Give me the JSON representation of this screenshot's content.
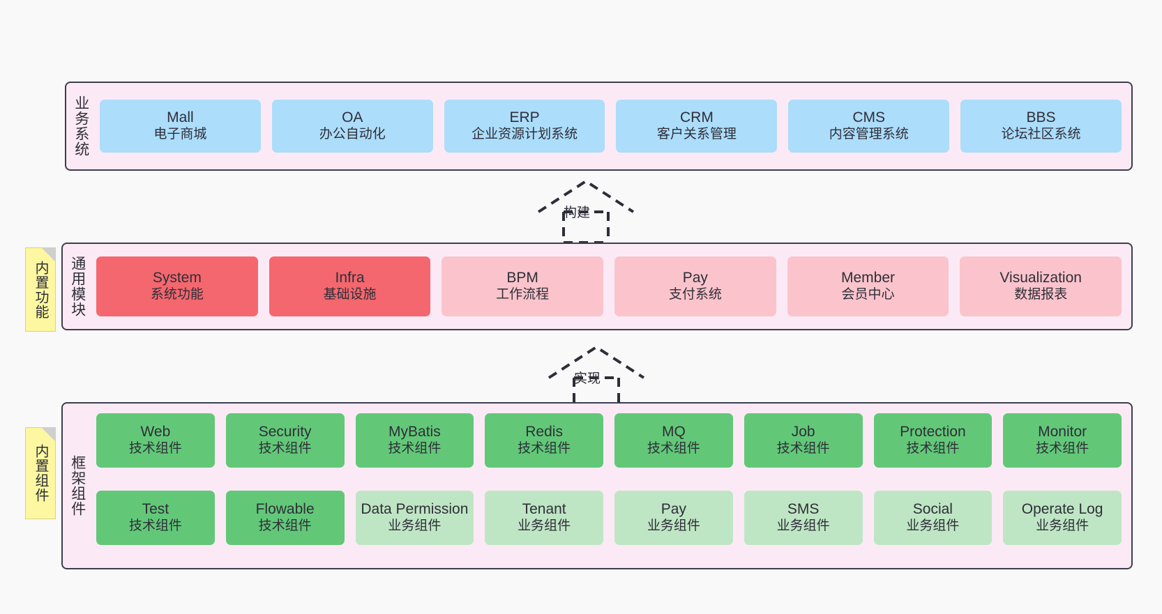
{
  "diagram": {
    "title_note_top": "内置功能",
    "title_note_bottom": "内置组件"
  },
  "layers": {
    "business": {
      "label": "业务系统",
      "cards": [
        {
          "en": "Mall",
          "cn": "电子商城"
        },
        {
          "en": "OA",
          "cn": "办公自动化"
        },
        {
          "en": "ERP",
          "cn": "企业资源计划系统"
        },
        {
          "en": "CRM",
          "cn": "客户关系管理"
        },
        {
          "en": "CMS",
          "cn": "内容管理系统"
        },
        {
          "en": "BBS",
          "cn": "论坛社区系统"
        }
      ]
    },
    "common": {
      "label": "通用模块",
      "cards": [
        {
          "en": "System",
          "cn": "系统功能",
          "tone": "red"
        },
        {
          "en": "Infra",
          "cn": "基础设施",
          "tone": "red"
        },
        {
          "en": "BPM",
          "cn": "工作流程",
          "tone": "pink"
        },
        {
          "en": "Pay",
          "cn": "支付系统",
          "tone": "pink"
        },
        {
          "en": "Member",
          "cn": "会员中心",
          "tone": "pink"
        },
        {
          "en": "Visualization",
          "cn": "数据报表",
          "tone": "pink"
        }
      ]
    },
    "framework": {
      "label": "框架组件",
      "row1": [
        {
          "en": "Web",
          "cn": "技术组件",
          "tone": "green"
        },
        {
          "en": "Security",
          "cn": "技术组件",
          "tone": "green"
        },
        {
          "en": "MyBatis",
          "cn": "技术组件",
          "tone": "green"
        },
        {
          "en": "Redis",
          "cn": "技术组件",
          "tone": "green"
        },
        {
          "en": "MQ",
          "cn": "技术组件",
          "tone": "green"
        },
        {
          "en": "Job",
          "cn": "技术组件",
          "tone": "green"
        },
        {
          "en": "Protection",
          "cn": "技术组件",
          "tone": "green"
        },
        {
          "en": "Monitor",
          "cn": "技术组件",
          "tone": "green"
        }
      ],
      "row2": [
        {
          "en": "Test",
          "cn": "技术组件",
          "tone": "green"
        },
        {
          "en": "Flowable",
          "cn": "技术组件",
          "tone": "green"
        },
        {
          "en": "Data Permission",
          "cn": "业务组件",
          "tone": "lightgreen"
        },
        {
          "en": "Tenant",
          "cn": "业务组件",
          "tone": "lightgreen"
        },
        {
          "en": "Pay",
          "cn": "业务组件",
          "tone": "lightgreen"
        },
        {
          "en": "SMS",
          "cn": "业务组件",
          "tone": "lightgreen"
        },
        {
          "en": "Social",
          "cn": "业务组件",
          "tone": "lightgreen"
        },
        {
          "en": "Operate Log",
          "cn": "业务组件",
          "tone": "lightgreen"
        }
      ]
    }
  },
  "connectors": [
    {
      "label": "构建"
    },
    {
      "label": "实现"
    }
  ],
  "colors": {
    "band_bg": "#fbeaf5",
    "band_border": "#3d3d4e",
    "blue": "#ACDDFB",
    "red": "#F4676E",
    "pink": "#FBC4CC",
    "green": "#62C878",
    "light_green": "#BFE6C4",
    "note_yellow": "#FCF7A0",
    "page_bg": "#f9f9f9"
  }
}
